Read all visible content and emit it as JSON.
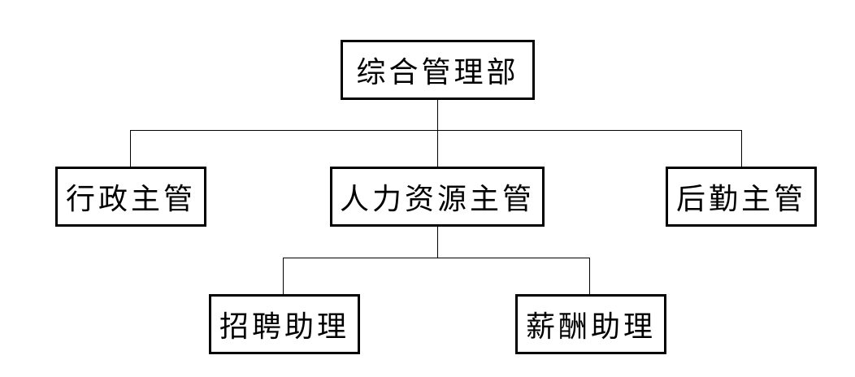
{
  "org": {
    "root": "综合管理部",
    "level1": [
      "行政主管",
      "人力资源主管",
      "后勤主管"
    ],
    "level2": [
      "招聘助理",
      "薪酬助理"
    ]
  },
  "colors": {
    "line": "#000000",
    "box_border": "#000000",
    "background": "#ffffff"
  }
}
